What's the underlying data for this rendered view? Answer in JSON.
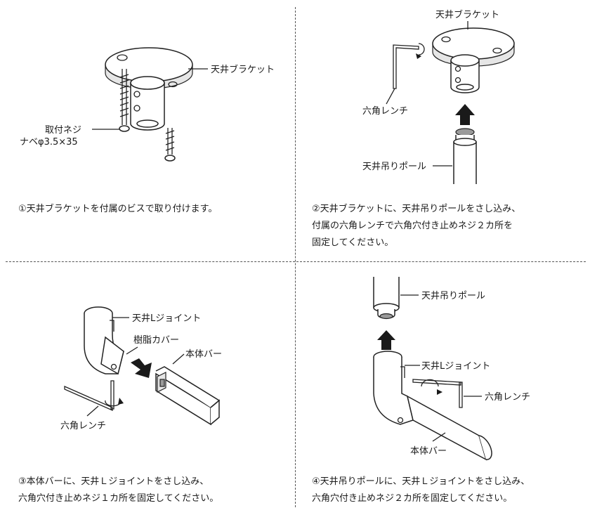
{
  "steps": [
    {
      "caption": "①天井ブラケットを付属のビスで取り付けます。",
      "labels": {
        "bracket": "天井ブラケット",
        "screw": "取付ネジ",
        "screw_spec": "ナベφ3.5×35"
      }
    },
    {
      "caption": "②天井ブラケットに、天井吊りポールをさし込み、\n付属の六角レンチで六角穴付き止めネジ２カ所を\n固定してください。",
      "labels": {
        "bracket": "天井ブラケット",
        "wrench": "六角レンチ",
        "pole": "天井吊りポール"
      }
    },
    {
      "caption": "③本体バーに、天井Ｌジョイントをさし込み、\n六角穴付き止めネジ１カ所を固定してください。",
      "labels": {
        "joint": "天井Lジョイント",
        "cover": "樹脂カバー",
        "bar": "本体バー",
        "wrench": "六角レンチ"
      }
    },
    {
      "caption": "④天井吊りポールに、天井Ｌジョイントをさし込み、\n六角穴付き止めネジ２カ所を固定してください。",
      "labels": {
        "pole": "天井吊りポール",
        "joint": "天井Lジョイント",
        "wrench": "六角レンチ",
        "bar": "本体バー"
      }
    }
  ]
}
